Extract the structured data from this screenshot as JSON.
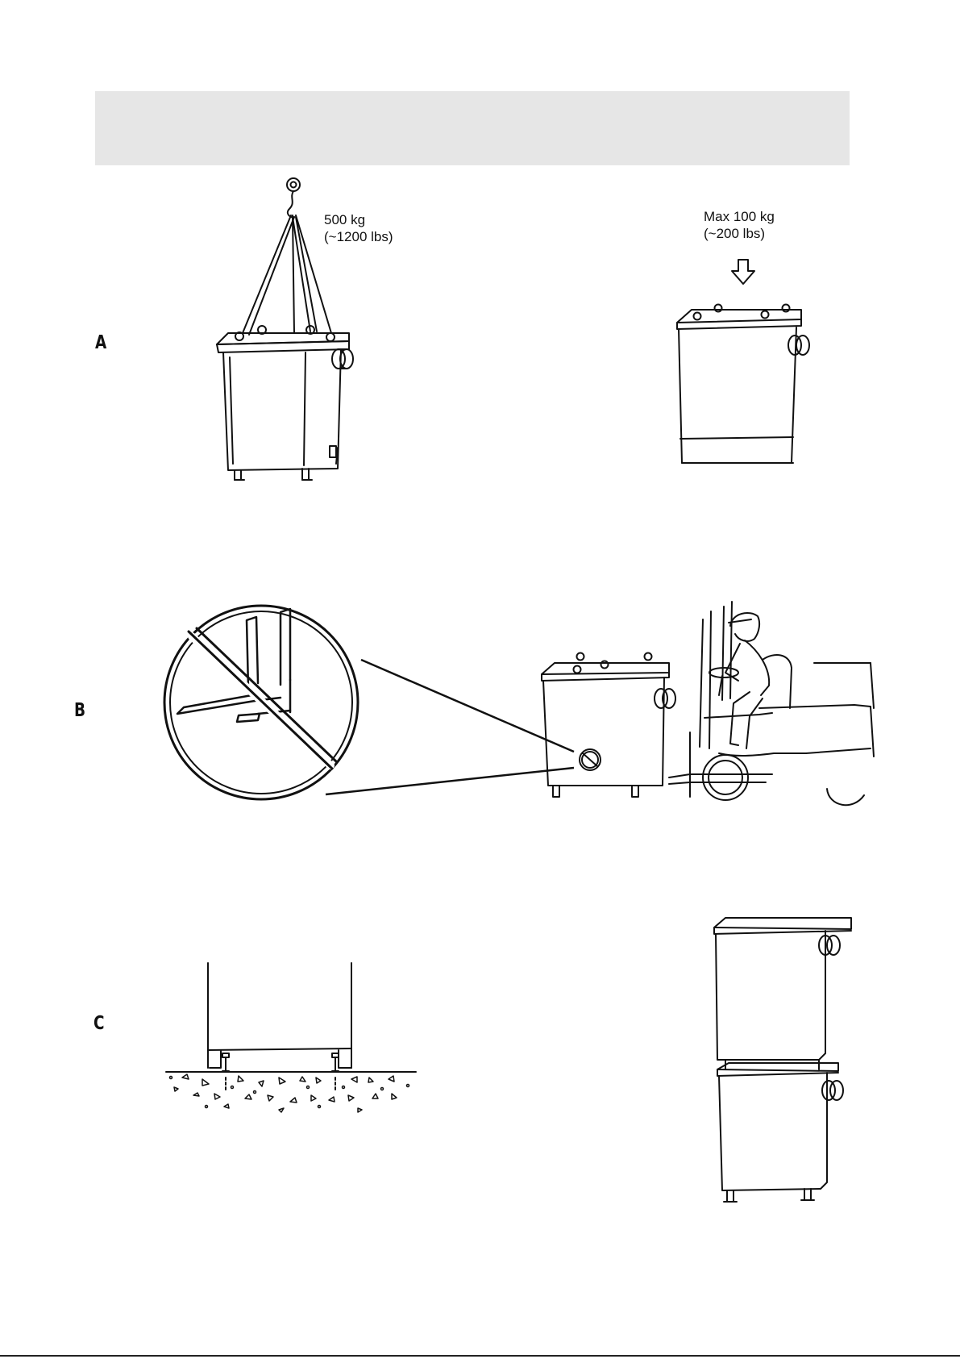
{
  "sections": {
    "a": {
      "letter": "A"
    },
    "b": {
      "letter": "B"
    },
    "c": {
      "letter": "C"
    }
  },
  "crane_lift": {
    "weight_line1": "500 kg",
    "weight_line2": "(~1200 lbs)"
  },
  "top_load": {
    "weight_line1": "Max 100 kg",
    "weight_line2": "(~200 lbs)"
  }
}
